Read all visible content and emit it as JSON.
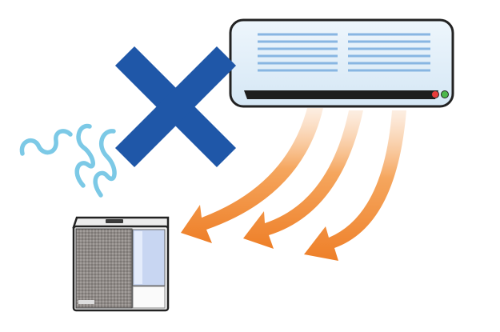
{
  "illustration": {
    "subject": "air-conditioner-airflow-not-directed-at-humidifier",
    "elements": {
      "air_conditioner": {
        "icon": "air-conditioner-icon",
        "indicator_colors": [
          "#e83c3c",
          "#4cb84c"
        ]
      },
      "cold_airflow_arrows": {
        "icon": "curved-arrow-icon",
        "count": 3,
        "color": "#f08a2e"
      },
      "prohibition_mark": {
        "icon": "cross-mark-icon",
        "color": "#1f57a8"
      },
      "moisture_waves": {
        "icon": "steam-wave-icon",
        "count": 3,
        "color": "#7cc9e6"
      },
      "humidifier": {
        "icon": "humidifier-icon",
        "body_color": "#8c8784",
        "tank_color": "#c8d6f2"
      }
    },
    "colors": {
      "outline": "#222222",
      "ac_body": "#dcecf8",
      "ac_vent_lines": "#88b6e2",
      "background": "#ffffff"
    }
  }
}
